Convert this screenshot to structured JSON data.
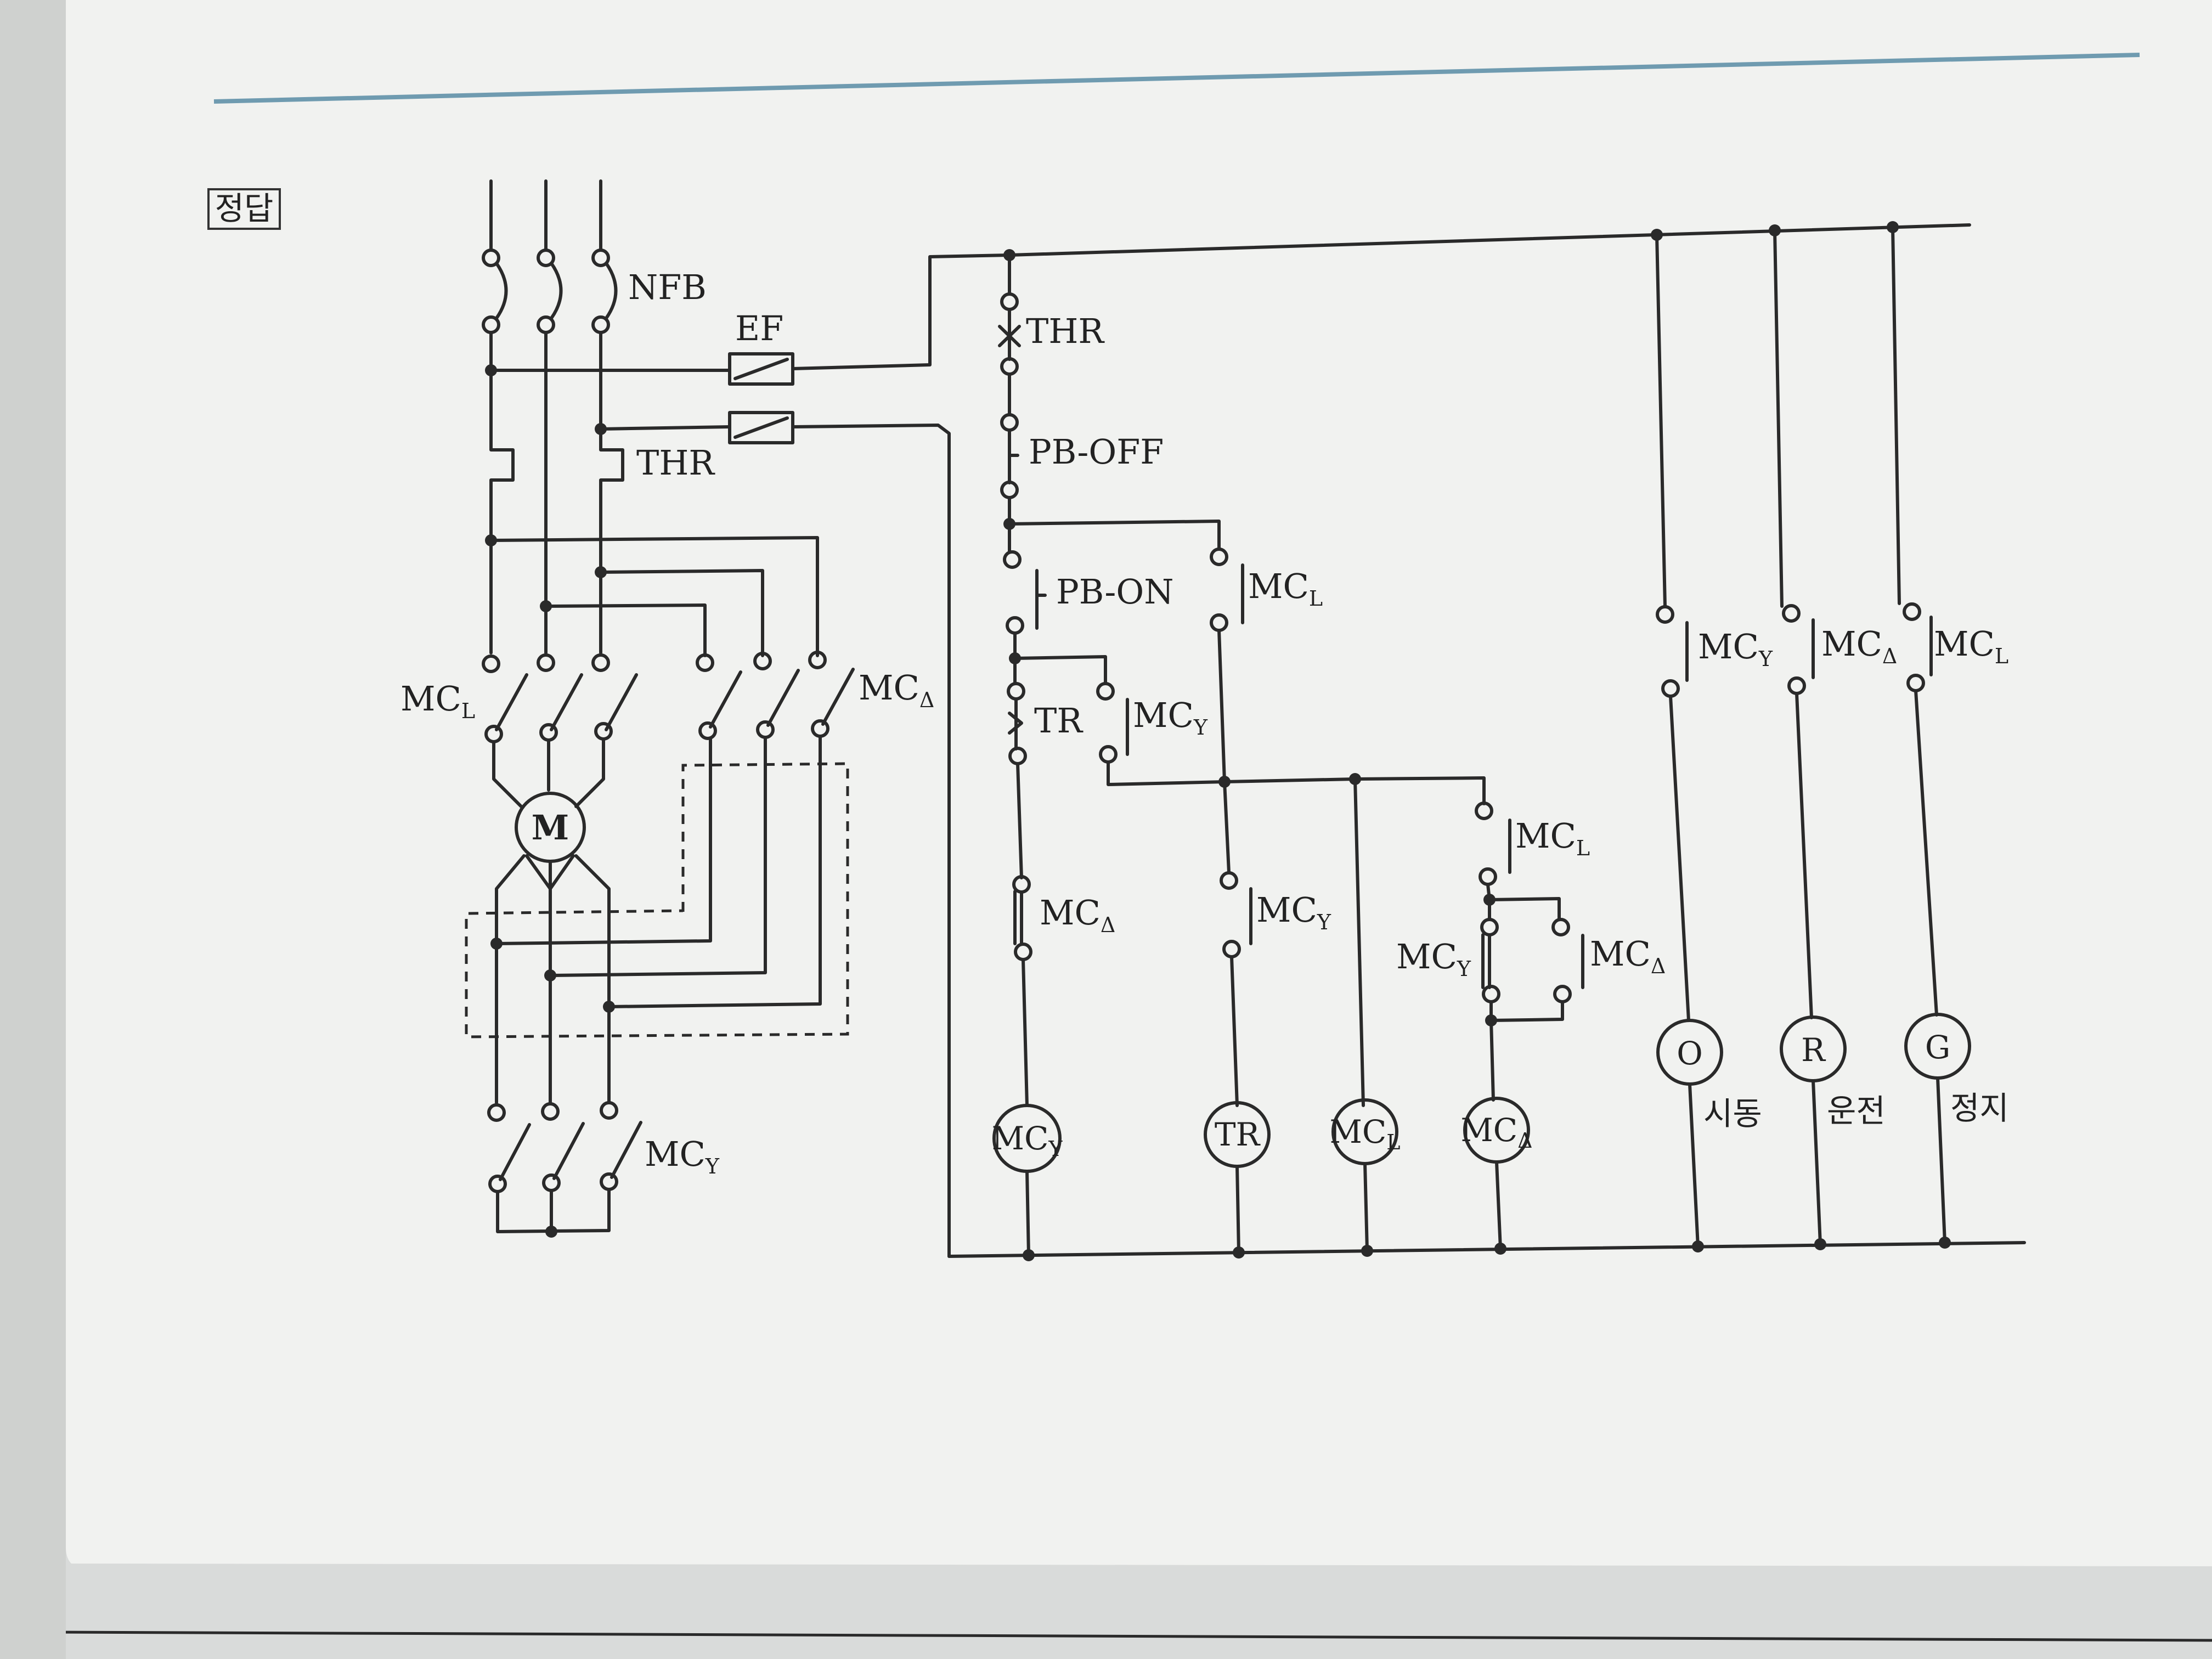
{
  "badge": "정답",
  "labels": {
    "nfb": "NFB",
    "ef": "EF",
    "thr_main": "THR",
    "motor": "M",
    "mc": "MC",
    "sub_l": "L",
    "sub_y": "Y",
    "sub_d": "Δ",
    "thr_ctrl": "THR",
    "pb_off": "PB-OFF",
    "pb_on": "PB-ON",
    "tr": "TR"
  },
  "lamps": [
    {
      "letter": "O",
      "caption": "시동",
      "contact": "Y"
    },
    {
      "letter": "R",
      "caption": "운전",
      "contact": "Δ"
    },
    {
      "letter": "G",
      "caption": "정지",
      "contact": "L"
    }
  ],
  "colors": {
    "paper": "#f1f2f0",
    "line": "#2a2a2a",
    "rule": "#6f9bb0",
    "background": "#d9dbda"
  }
}
